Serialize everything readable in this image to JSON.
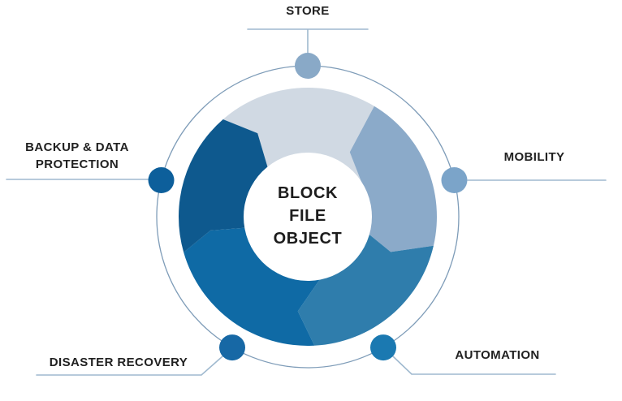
{
  "center": {
    "line1": "BLOCK",
    "line2": "FILE",
    "line3": "OBJECT"
  },
  "labels": {
    "store": "STORE",
    "mobility": "MOBILITY",
    "automation": "AUTOMATION",
    "disaster_recovery": "DISASTER RECOVERY",
    "backup_line1": "BACKUP & DATA",
    "backup_line2": "PROTECTION"
  },
  "diagram": {
    "type": "cycle-donut",
    "ring_color": "#7e9cb8",
    "connector_color": "#9fb9cf",
    "text_color": "#212121",
    "center_fill": "#ffffff",
    "segments": [
      {
        "name": "store",
        "label": "STORE",
        "color": "#d0d9e3",
        "dot_color": "#89a9c7",
        "dot_angle": 0
      },
      {
        "name": "mobility",
        "label": "MOBILITY",
        "color": "#8baac9",
        "dot_color": "#7ba4c9",
        "dot_angle": 76
      },
      {
        "name": "automation",
        "label": "AUTOMATION",
        "color": "#2f7dac",
        "dot_color": "#1b79b1",
        "dot_angle": 150
      },
      {
        "name": "disaster-recovery",
        "label": "DISASTER RECOVERY",
        "color": "#0f6aa5",
        "dot_color": "#1768a5",
        "dot_angle": 210
      },
      {
        "name": "backup",
        "label": "BACKUP & DATA PROTECTION",
        "color": "#0e598e",
        "dot_color": "#0d5f9b",
        "dot_angle": 284
      }
    ],
    "boundaries": [
      {
        "outer": 31,
        "mid": 33,
        "mid_r": 95,
        "inner": 58
      },
      {
        "outer": 103,
        "mid": 113,
        "mid_r": 111,
        "inner": 106
      },
      {
        "outer": 177,
        "mid": 186,
        "mid_r": 117,
        "inner": 169
      },
      {
        "outer": 254,
        "mid": 262,
        "mid_r": 121,
        "inner": 260
      },
      {
        "outer": 319,
        "mid": 329,
        "mid_r": 120,
        "inner": 321
      }
    ]
  }
}
